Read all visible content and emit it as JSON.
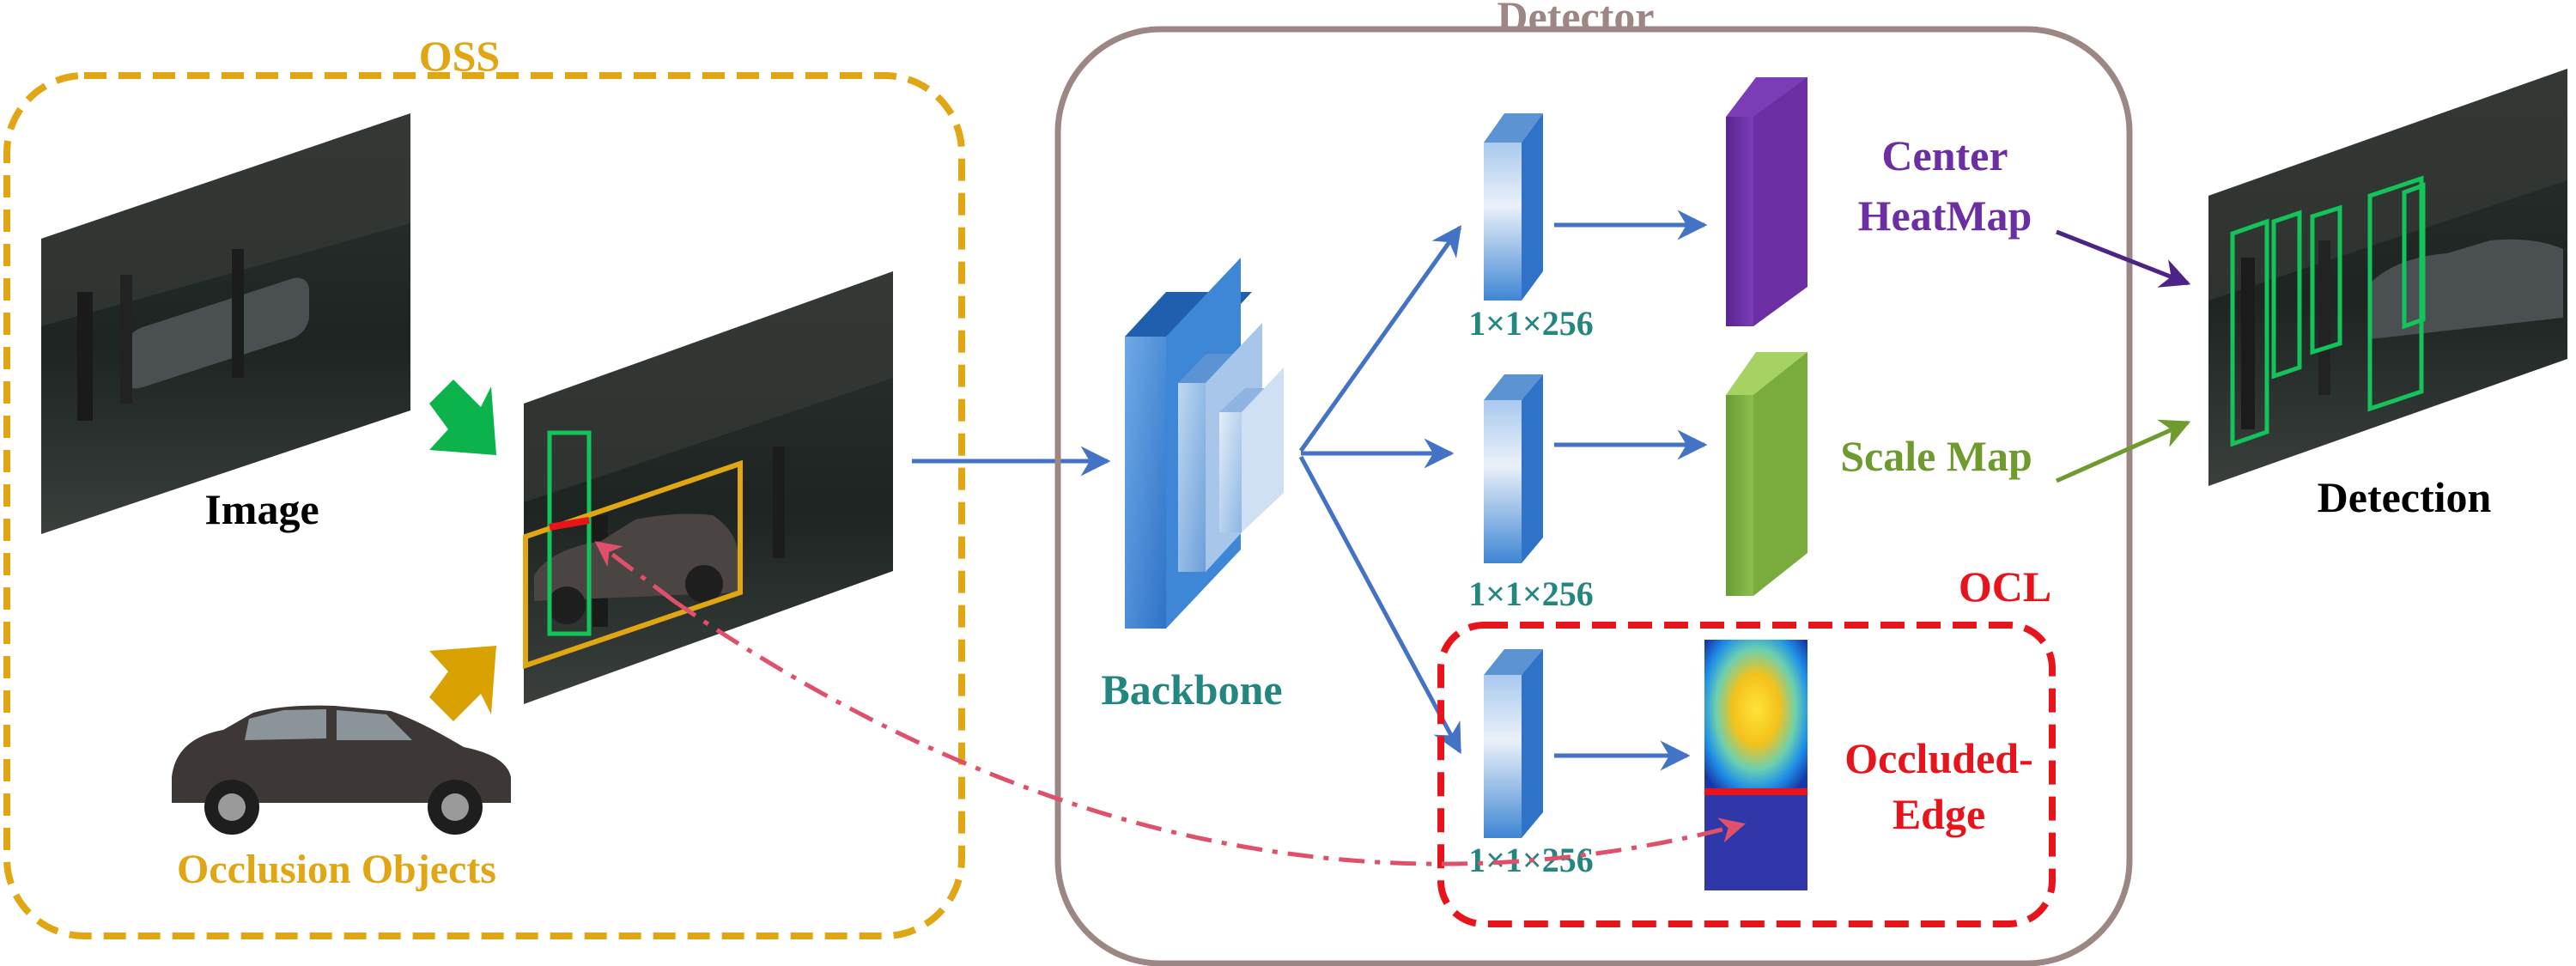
{
  "colors": {
    "oss": "#E0A613",
    "detector": "#9C8785",
    "ocl": "#E8141C",
    "arrow_blue": "#4472C4",
    "teal": "#24877F",
    "purple": "#6B2FA3",
    "green": "#6E9A2E",
    "dark_purple": "#4B2485",
    "green_arrow": "#0BB34A",
    "gold_arrow": "#D9A200",
    "dash_pink": "#E0506A"
  },
  "oss": {
    "title": "OSS",
    "image_label": "Image",
    "occlusion_label": "Occlusion Objects"
  },
  "detector": {
    "title": "Detector",
    "backbone_label": "Backbone",
    "branch_labels": [
      "1×1×256",
      "1×1×256",
      "1×1×256"
    ],
    "center_line1": "Center",
    "center_line2": "HeatMap",
    "scale_label": "Scale Map"
  },
  "ocl": {
    "title": "OCL",
    "edge_line1": "Occluded-",
    "edge_line2": "Edge"
  },
  "detection": {
    "label": "Detection"
  }
}
